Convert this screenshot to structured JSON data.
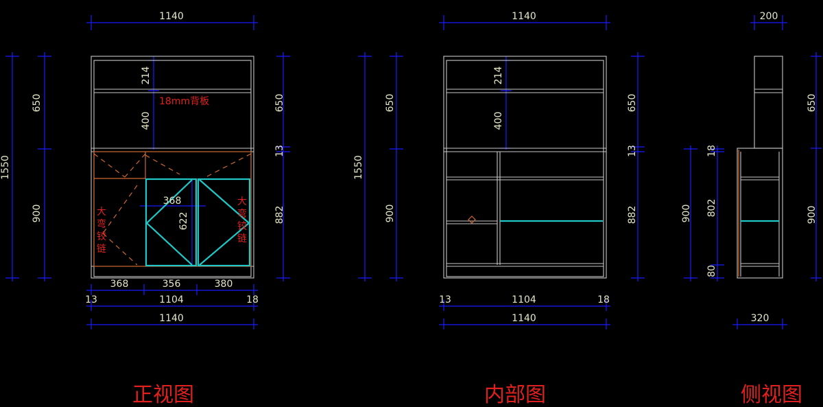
{
  "colors": {
    "background": "#000000",
    "dimension_line": "#1a1aff",
    "dimension_text": "#e6e6c8",
    "cabinet_outline": "#c8c8c8",
    "door_outline": "#20c8c8",
    "annotation_red": "#e0201e",
    "hinge_swing": "#d06a30"
  },
  "captions": {
    "front": "正视图",
    "interior": "内部图",
    "side": "侧视图"
  },
  "front": {
    "top_width": "1140",
    "left_total": "1550",
    "left_upper": "650",
    "left_lower": "900",
    "right_upper": "650",
    "right_gap": "13",
    "right_lower": "882",
    "shelf_214": "214",
    "shelf_400": "400",
    "backboard_note": "18mm背板",
    "door_width": "368",
    "door_height": "622",
    "hinge_left": [
      "大",
      "弯",
      "铰",
      "链"
    ],
    "hinge_right": [
      "大",
      "弯",
      "铰",
      "链"
    ],
    "bottom_368": "368",
    "bottom_356": "356",
    "bottom_380": "380",
    "inner_left": "13",
    "inner_width": "1104",
    "inner_right": "18",
    "overall_width": "1140"
  },
  "interior": {
    "top_width": "1140",
    "left_total": "1550",
    "left_upper": "650",
    "left_lower": "900",
    "right_upper": "650",
    "right_gap": "13",
    "right_lower": "882",
    "shelf_214": "214",
    "shelf_400": "400",
    "inner_left": "13",
    "inner_width": "1104",
    "inner_right": "18",
    "overall_width": "1140"
  },
  "side": {
    "top_depth": "200",
    "right_upper": "650",
    "right_lower": "900",
    "left_lower": "900",
    "inner_18": "18",
    "inner_802": "802",
    "inner_80": "80",
    "bottom_depth": "320"
  }
}
